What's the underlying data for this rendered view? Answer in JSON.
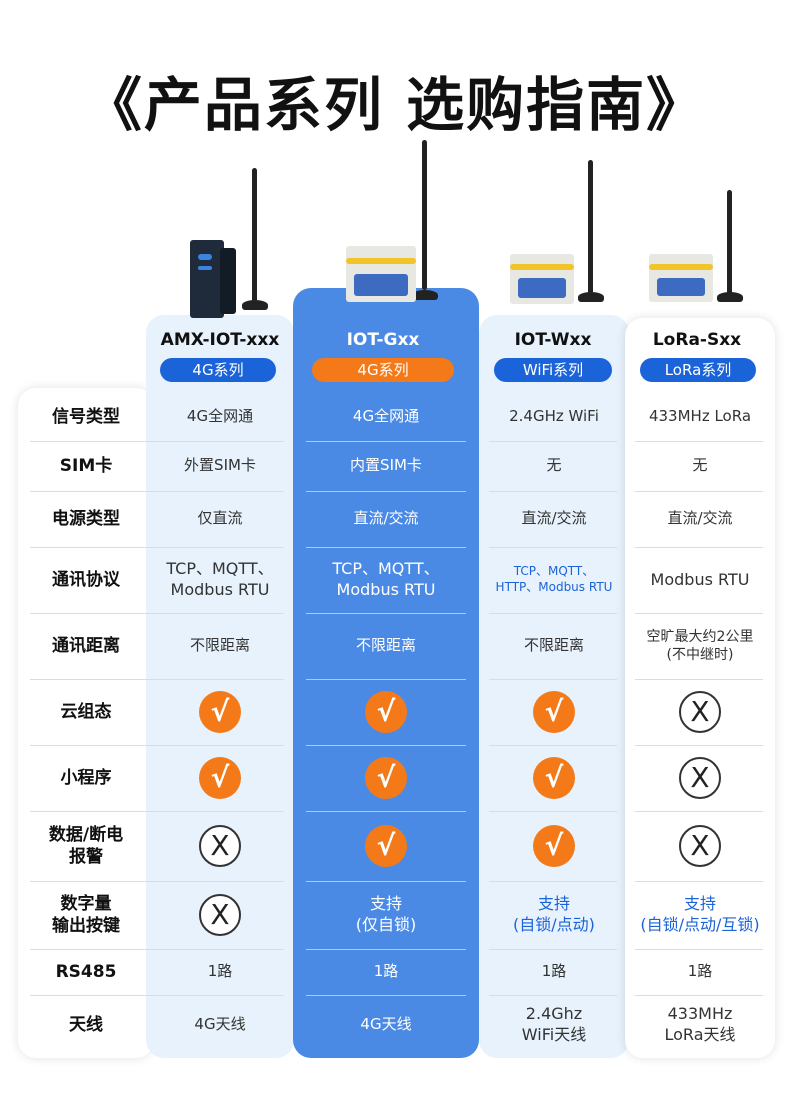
{
  "title": "《产品系列 选购指南》",
  "colors": {
    "blue_badge": "#1b63d8",
    "orange_accent": "#f47a19",
    "highlight_column": "#4a8ae4",
    "light_column": "#e7f2fc"
  },
  "products": [
    {
      "name": "AMX-IOT-xxx",
      "badge": "4G系列"
    },
    {
      "name": "IOT-Gxx",
      "badge": "4G系列"
    },
    {
      "name": "IOT-Wxx",
      "badge": "WiFi系列"
    },
    {
      "name": "LoRa-Sxx",
      "badge": "LoRa系列"
    }
  ],
  "rows": {
    "signal": {
      "label": "信号类型",
      "values": [
        "4G全网通",
        "4G全网通",
        "2.4GHz WiFi",
        "433MHz LoRa"
      ]
    },
    "sim": {
      "label": "SIM卡",
      "values": [
        "外置SIM卡",
        "内置SIM卡",
        "无",
        "无"
      ]
    },
    "power": {
      "label": "电源类型",
      "values": [
        "仅直流",
        "直流/交流",
        "直流/交流",
        "直流/交流"
      ]
    },
    "protocol": {
      "label": "通讯协议",
      "values": [
        [
          "TCP、MQTT、",
          "Modbus RTU"
        ],
        [
          "TCP、MQTT、",
          "Modbus RTU"
        ],
        [
          "TCP、MQTT、",
          "HTTP、Modbus RTU"
        ],
        [
          "Modbus RTU",
          ""
        ]
      ]
    },
    "distance": {
      "label": "通讯距离",
      "values": [
        [
          "不限距离",
          ""
        ],
        [
          "不限距离",
          ""
        ],
        [
          "不限距离",
          ""
        ],
        [
          "空旷最大约2公里",
          "(不中继时)"
        ]
      ]
    },
    "cloud": {
      "label": "云组态",
      "values": [
        "√",
        "√",
        "√",
        "X"
      ]
    },
    "miniprogram": {
      "label": "小程序",
      "values": [
        "√",
        "√",
        "√",
        "X"
      ]
    },
    "alarm": {
      "label": [
        "数据/断电",
        "报警"
      ],
      "values": [
        "X",
        "√",
        "√",
        "X"
      ]
    },
    "digital": {
      "label": [
        "数字量",
        "输出按键"
      ],
      "values": [
        [
          "X",
          ""
        ],
        [
          "支持",
          "(仅自锁)"
        ],
        [
          "支持",
          "(自锁/点动)"
        ],
        [
          "支持",
          "(自锁/点动/互锁)"
        ]
      ]
    },
    "rs485": {
      "label": "RS485",
      "values": [
        "1路",
        "1路",
        "1路",
        "1路"
      ]
    },
    "antenna": {
      "label": "天线",
      "values": [
        [
          "4G天线",
          ""
        ],
        [
          "4G天线",
          ""
        ],
        [
          "2.4Ghz",
          "WiFi天线"
        ],
        [
          "433MHz",
          "LoRa天线"
        ]
      ]
    }
  }
}
